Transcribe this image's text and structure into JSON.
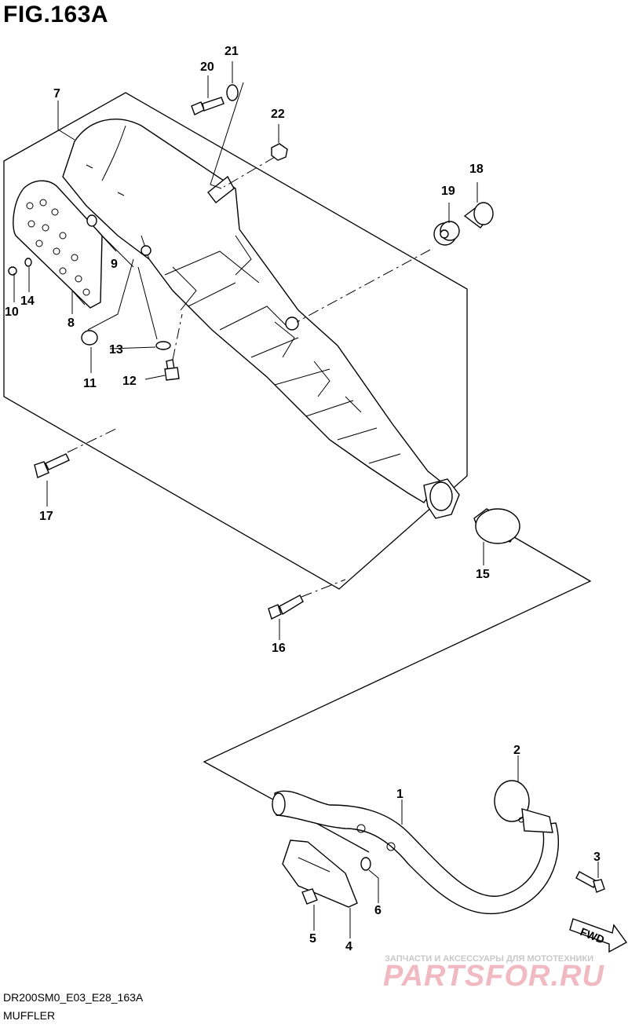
{
  "figure": {
    "title": "FIG.163A"
  },
  "footer": {
    "code": "DR200SM0_E03_E28_163A",
    "name": "MUFFLER"
  },
  "fwd_arrow": {
    "label": "FWD"
  },
  "watermark": {
    "tagline": "ЗАПЧАСТИ И АКСЕССУАРЫ ДЛЯ МОТОТЕХНИКИ",
    "logo": "PARTSFOR.RU"
  },
  "callouts": [
    "1",
    "2",
    "3",
    "4",
    "5",
    "6",
    "7",
    "8",
    "9",
    "10",
    "11",
    "12",
    "13",
    "14",
    "15",
    "16",
    "17",
    "18",
    "19",
    "20",
    "21",
    "22"
  ]
}
